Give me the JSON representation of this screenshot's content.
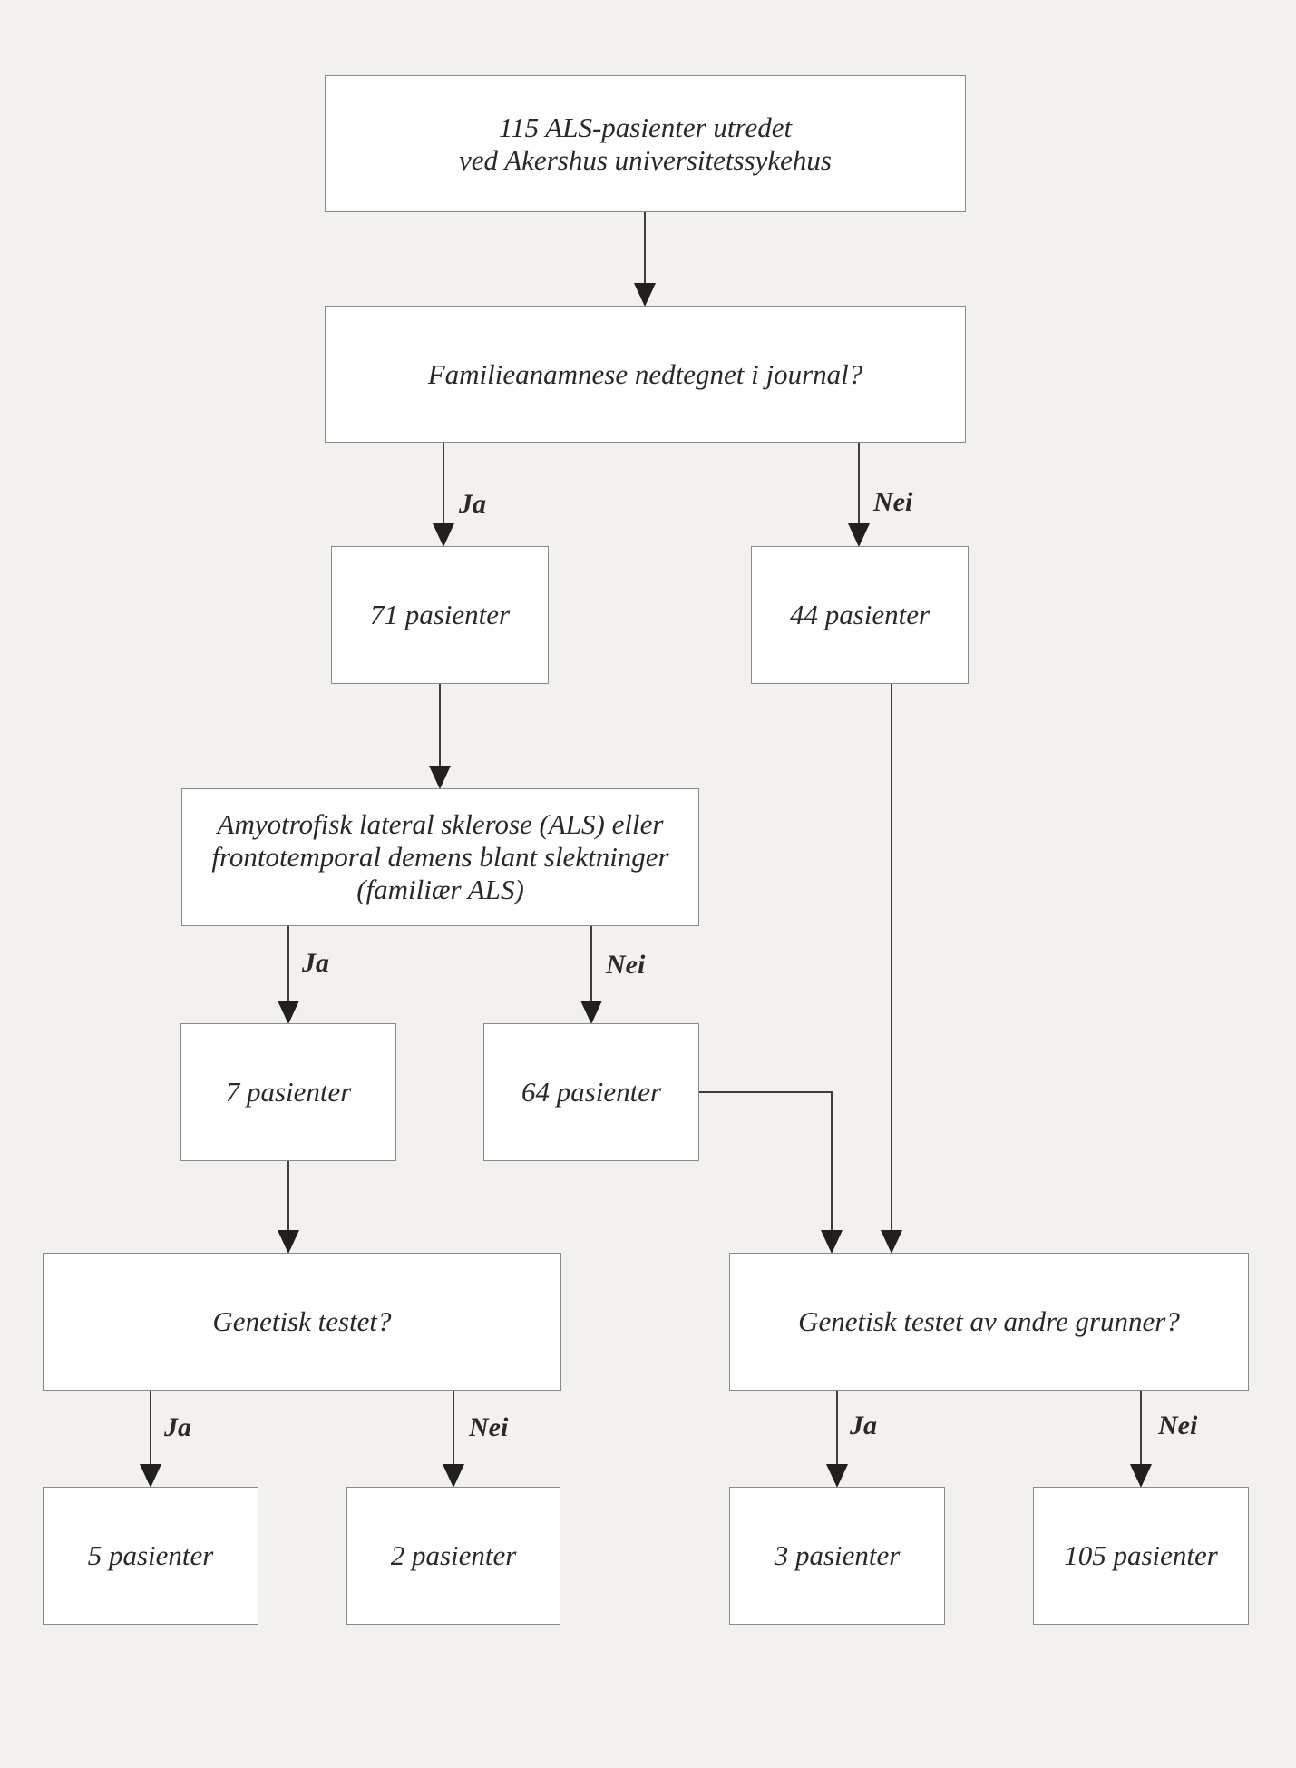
{
  "flowchart": {
    "nodes": {
      "start": {
        "lines": [
          "115 ALS-pasienter utredet",
          "ved Akershus universitetssykehus"
        ]
      },
      "family_question": {
        "lines": [
          "Familieanamnese nedtegnet i journal?"
        ]
      },
      "family_yes": {
        "lines": [
          "71 pasienter"
        ]
      },
      "family_no": {
        "lines": [
          "44 pasienter"
        ]
      },
      "familial_als_question": {
        "lines": [
          "Amyotrofisk lateral sklerose (ALS) eller",
          "frontotemporal demens blant slektninger",
          "(familiær ALS)"
        ]
      },
      "familial_yes": {
        "lines": [
          "7 pasienter"
        ]
      },
      "familial_no": {
        "lines": [
          "64 pasienter"
        ]
      },
      "tested_question": {
        "lines": [
          "Genetisk testet?"
        ]
      },
      "tested_other_question": {
        "lines": [
          "Genetisk testet av andre grunner?"
        ]
      },
      "tested_yes": {
        "lines": [
          "5 pasienter"
        ]
      },
      "tested_no": {
        "lines": [
          "2 pasienter"
        ]
      },
      "other_yes": {
        "lines": [
          "3 pasienter"
        ]
      },
      "other_no": {
        "lines": [
          "105 pasienter"
        ]
      }
    },
    "edge_labels": {
      "family_yes": "Ja",
      "family_no": "Nei",
      "familial_yes": "Ja",
      "familial_no": "Nei",
      "tested_yes": "Ja",
      "tested_no": "Nei",
      "other_yes": "Ja",
      "other_no": "Nei"
    },
    "colors": {
      "background": "#f2f1ee",
      "box_fill": "#fefefe",
      "box_border": "#8a8a8a",
      "line": "#3f3d3b",
      "arrowhead": "#21201e",
      "text": "#2b2826"
    }
  }
}
